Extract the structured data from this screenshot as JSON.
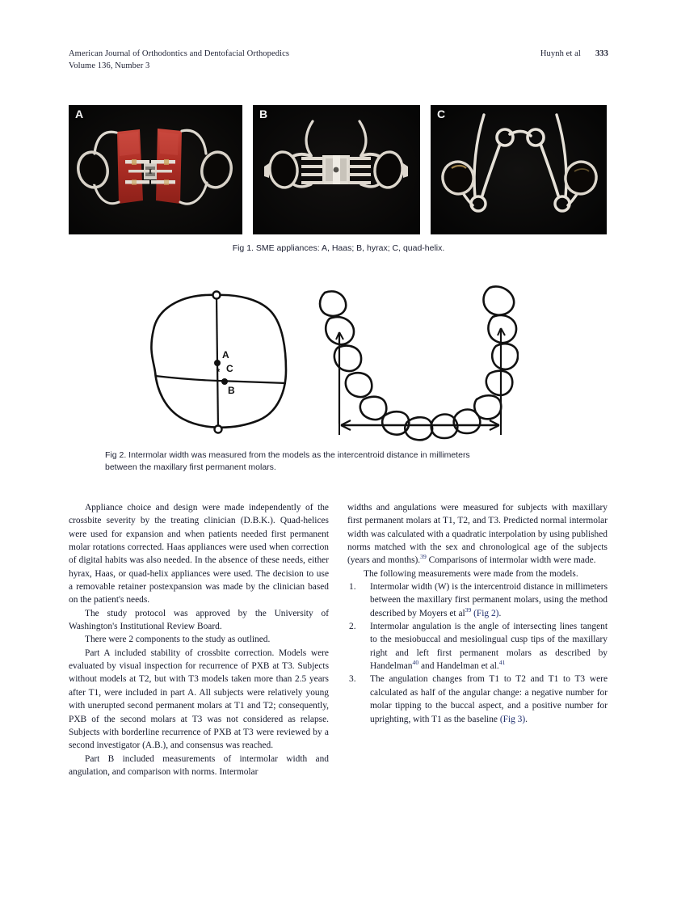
{
  "header": {
    "journal_title": "American Journal of Orthodontics and Dentofacial Orthopedics",
    "volume_issue": "Volume 136, Number 3",
    "authors": "Huynh et al",
    "page_number": "333"
  },
  "figure1": {
    "caption": "Fig 1.  SME appliances: A, Haas; B, hyrax; C, quad-helix.",
    "panels": [
      {
        "label": "A",
        "appliance": "Haas",
        "description": "Haas expander with red acrylic pads, jackscrew and molar bands"
      },
      {
        "label": "B",
        "appliance": "hyrax",
        "description": "Hyrax expander with central jackscrew and soldered wire arms"
      },
      {
        "label": "C",
        "appliance": "quad-helix",
        "description": "Quad-helix wire appliance with four helices and molar bands"
      }
    ]
  },
  "figure2": {
    "caption_line1": "Fig 2.  Intermolar width was measured from the models as the intercentroid distance in millimeters",
    "caption_line2": "between the maxillary first permanent molars.",
    "left_diagram": {
      "description": "Occlusal outline of a maxillary first permanent molar with construction axis and three marked points",
      "point_a": "A",
      "point_b": "B",
      "point_c": "C"
    },
    "right_diagram": {
      "description": "Maxillary dental arch with a double-headed arrow indicating the intercentroid intermolar width"
    }
  },
  "body": {
    "left_column": {
      "paragraph_1": "Appliance choice and design were made independently of the crossbite severity by the treating clinician (D.B.K.). Quad-helices were used for expansion and when patients needed first permanent molar rotations corrected. Haas appliances were used when correction of digital habits was also needed. In the absence of these needs, either hyrax, Haas, or quad-helix appliances were used. The decision to use a removable retainer postexpansion was made by the clinician based on the patient's needs.",
      "paragraph_2": "The study protocol was approved by the University of Washington's Institutional Review Board.",
      "paragraph_3": "There were 2 components to the study as outlined.",
      "paragraph_4": "Part A included stability of crossbite correction. Models were evaluated by visual inspection for recurrence of PXB at T3. Subjects without models at T2, but with T3 models taken more than 2.5 years after T1, were included in part A. All subjects were relatively young with unerupted second permanent molars at T1 and T2; consequently, PXB of the second molars at T3 was not considered as relapse. Subjects with borderline recurrence of PXB at T3 were reviewed by a second investigator (A.B.), and consensus was reached.",
      "paragraph_5": "Part B included measurements of intermolar width and angulation, and comparison with norms. Intermolar"
    },
    "right_column": {
      "paragraph_1_part1": "widths and angulations were measured for subjects with maxillary first permanent molars at T1, T2, and T3. Predicted normal intermolar width was calculated with a quadratic interpolation by using published norms matched with the sex and chronological age of the subjects (years and months).",
      "paragraph_1_ref": "39",
      "paragraph_1_part2": " Comparisons of intermolar width were made.",
      "paragraph_2": "The following measurements were made from the models.",
      "list": [
        {
          "number": "1.",
          "text_part1": "Intermolar width (W) is the intercentroid distance in millimeters between the maxillary first permanent molars, using the method described by Moyers et al",
          "ref": "39",
          "text_part2": " ",
          "xref": "(Fig 2)",
          "text_part3": "."
        },
        {
          "number": "2.",
          "text_part1": "Intermolar angulation is the angle of intersecting lines tangent to the mesiobuccal and mesiolingual cusp tips of the maxillary right and left first permanent molars as described by Handelman",
          "ref": "40",
          "text_part2": " and Handelman et al.",
          "ref2": "41"
        },
        {
          "number": "3.",
          "text_part1": "The angulation changes from T1 to T2 and T1 to T3 were calculated as half of the angular change: a negative number for molar tipping to the buccal aspect, and a positive number for uprighting, with T1 as the baseline ",
          "xref": "(Fig 3)",
          "text_part3": "."
        }
      ]
    }
  },
  "colors": {
    "page_background": "#ffffff",
    "text": "#14182b",
    "crossref_link": "#1b2a6b",
    "photo_background": "#060606",
    "acrylic_red": "#b8322a",
    "wire_white": "#e8e4dc"
  }
}
